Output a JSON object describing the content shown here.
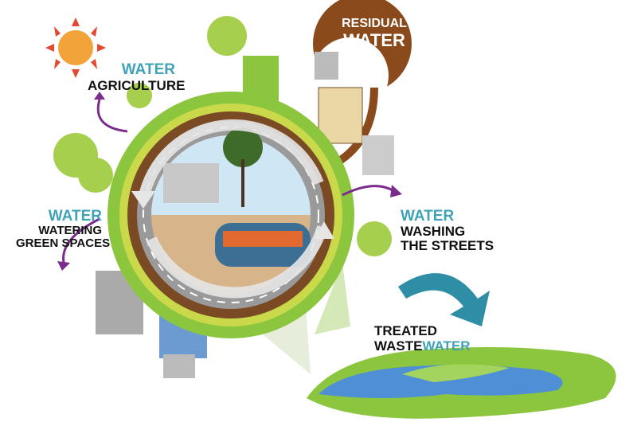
{
  "residual": {
    "line1": "RESIDUAL",
    "line2": "WATER"
  },
  "agriculture": {
    "water": "WATER",
    "label": "AGRICULTURE"
  },
  "green_spaces": {
    "water": "WATER",
    "line1": "WATERING",
    "line2": "GREEN SPACES"
  },
  "streets": {
    "water": "WATER",
    "line1": "WASHING",
    "line2": "THE STREETS"
  },
  "treated": {
    "line1": "TREATED",
    "waste": "WASTE",
    "water": "WATER"
  },
  "colors": {
    "teal": "#3fa3b5",
    "brown": "#8a4a1c",
    "green": "#8cc63f",
    "purple": "#7b2d8e",
    "road": "#9a9a9a"
  }
}
